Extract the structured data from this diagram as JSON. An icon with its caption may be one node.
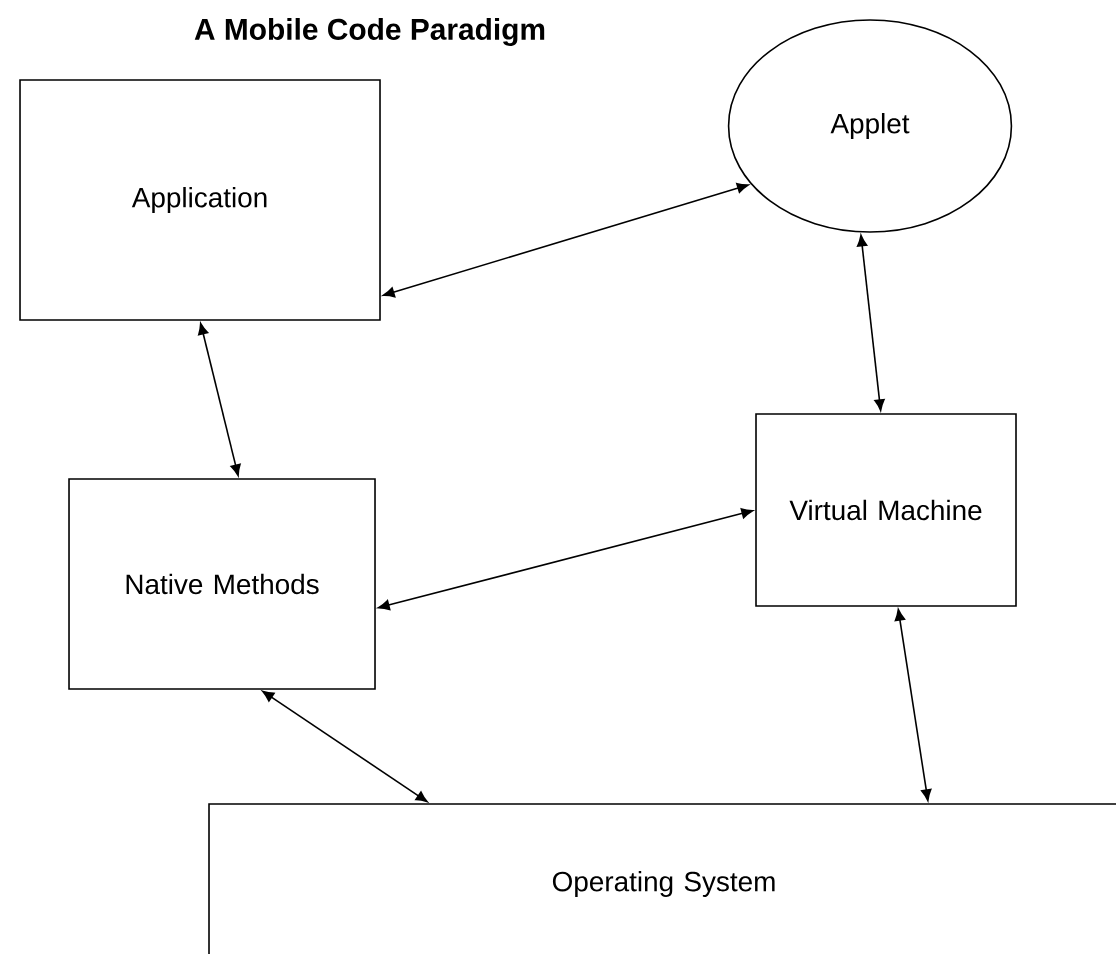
{
  "diagram": {
    "title": "A Mobile Code Paradigm",
    "nodes": [
      {
        "text": [
          "Application"
        ]
      },
      {
        "text": [
          "Applet"
        ]
      },
      {
        "text": [
          "Virtual Machine"
        ]
      },
      {
        "text": [
          "Native Methods"
        ]
      },
      {
        "text": [
          "Operating System"
        ]
      }
    ],
    "edges": [
      {
        "from": 0,
        "to": 1,
        "arrow": "both"
      },
      {
        "from": 0,
        "to": 3,
        "arrow": "both"
      },
      {
        "from": 1,
        "to": 2,
        "arrow": "both"
      },
      {
        "from": 3,
        "to": 2,
        "arrow": "both"
      },
      {
        "from": 3,
        "to": 4,
        "arrow": "both"
      },
      {
        "from": 2,
        "to": 4,
        "arrow": "both"
      }
    ]
  }
}
